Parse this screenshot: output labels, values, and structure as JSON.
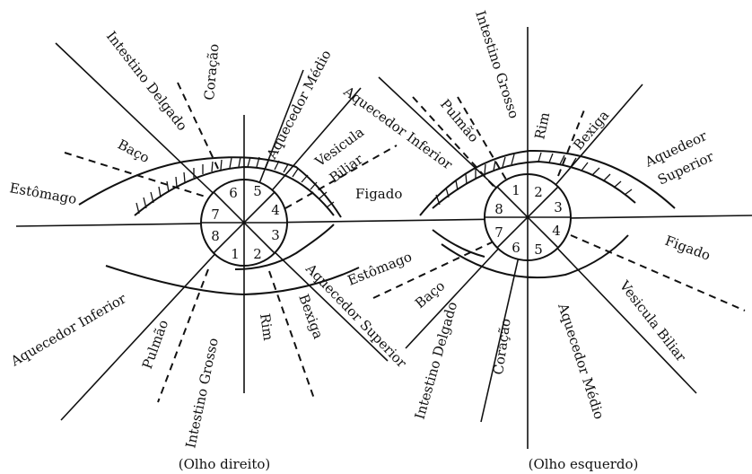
{
  "right_eye": {
    "caption": "(Olho direito)",
    "sectors": [
      "1",
      "2",
      "3",
      "4",
      "5",
      "6",
      "7",
      "8"
    ],
    "labels": {
      "intestino_delgado": "Intestino Delgado",
      "coracao": "Coração",
      "aquecedor_medio": "Aquecedor Médio",
      "baco": "Baço",
      "vesicula_biliar_1": "Vesicula",
      "vesicula_biliar_2": "Biliar",
      "estomago": "Estômago",
      "figado": "Figado",
      "aquecedor_inferior": "Aquecedor Inferior",
      "pulmao": "Pulmão",
      "intestino_grosso": "Intestino Grosso",
      "rim": "Rim",
      "bexiga": "Bexiga",
      "aquecedor_superior": "Aquecedor Superior"
    }
  },
  "left_eye": {
    "caption": "(Olho esquerdo)",
    "sectors": [
      "1",
      "2",
      "3",
      "4",
      "5",
      "6",
      "7",
      "8"
    ],
    "labels": {
      "intestino_grosso": "Intestino Grosso",
      "aquecedor_inferior": "Aquecedor Inferior",
      "pulmao": "Pulmão",
      "rim": "Rim",
      "bexiga": "Bexiga",
      "aquecedor_superior_1": "Aquedeor",
      "aquecedor_superior_2": "Superior",
      "figado": "Figado",
      "estomago": "Estômago",
      "baco": "Baço",
      "vesicula_biliar": "Vesicula Biliar",
      "intestino_delgado": "Intestino Delgado",
      "coracao": "Coração",
      "aquecedor_medio": "Aquecedor Médio"
    }
  }
}
